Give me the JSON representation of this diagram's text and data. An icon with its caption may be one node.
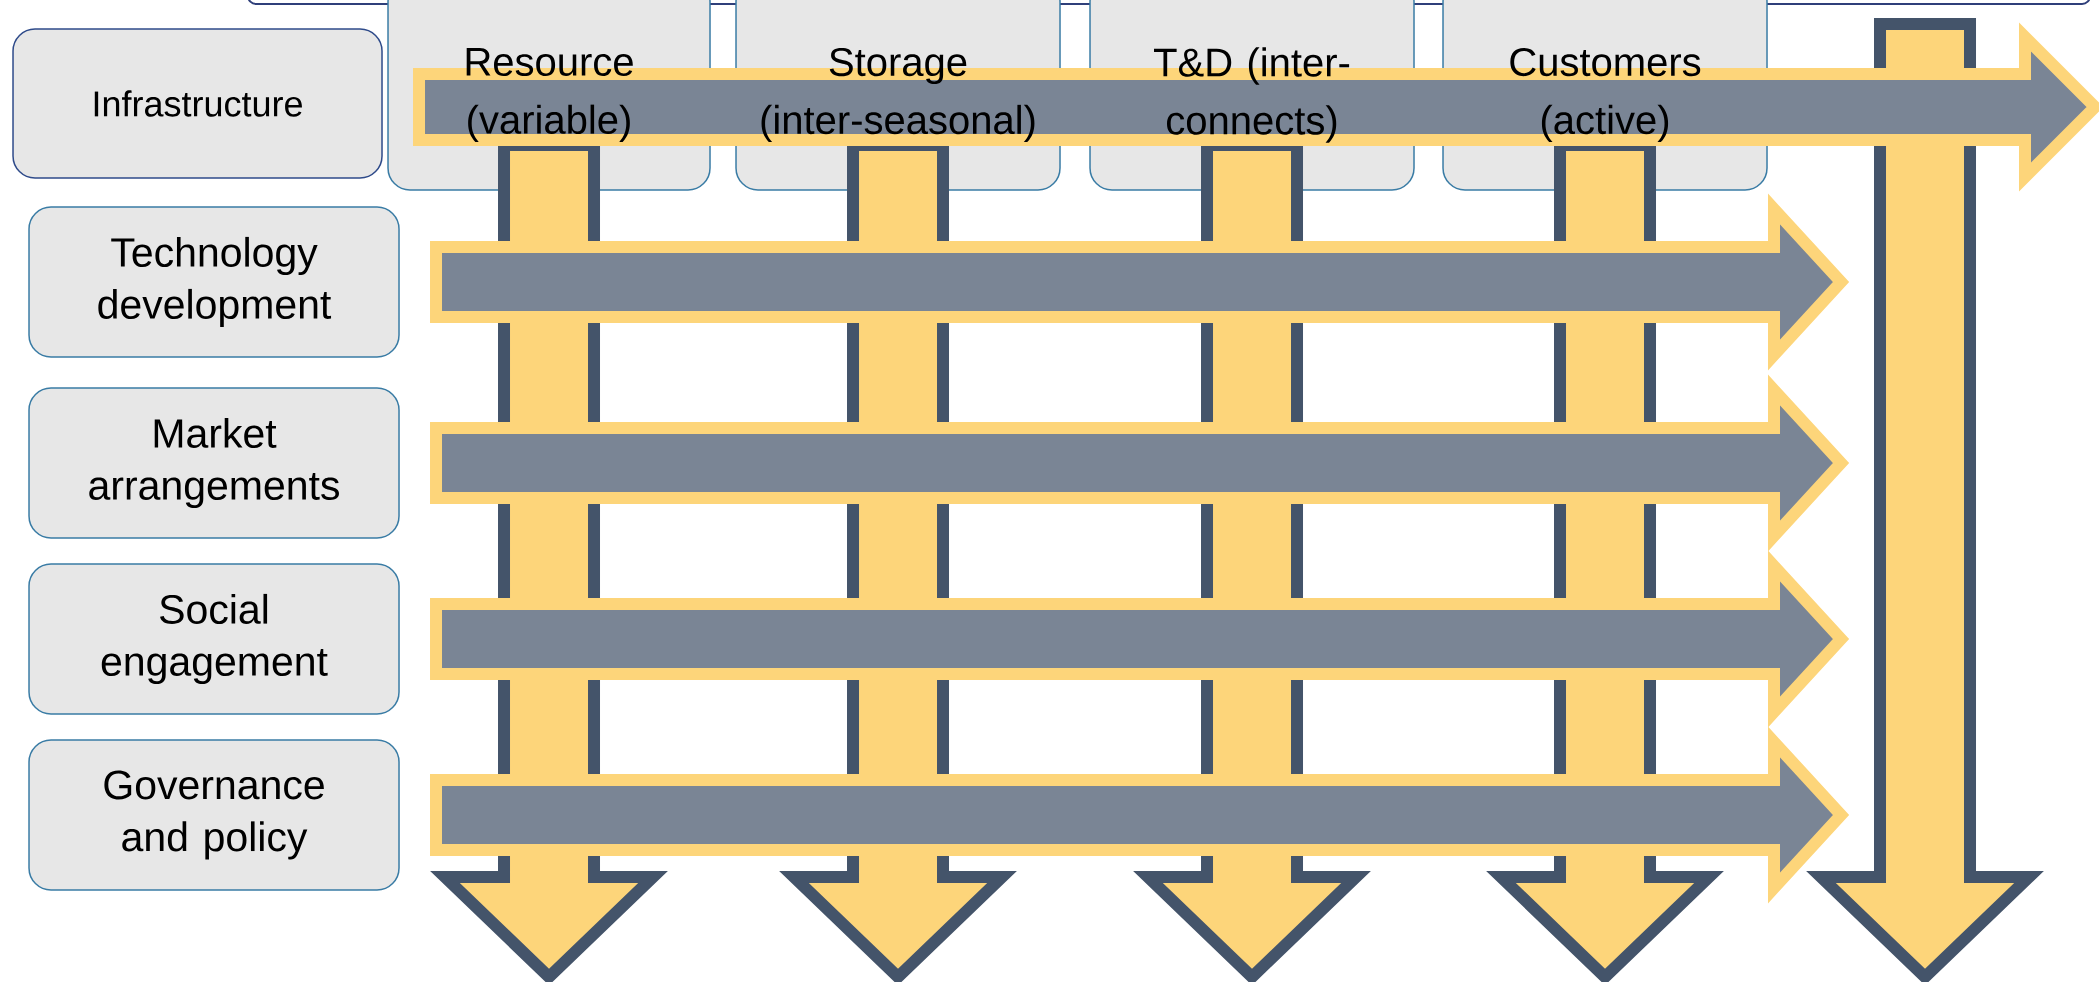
{
  "diagram": {
    "nodes": [
      {
        "text": [
          "Infrastructure"
        ]
      },
      {
        "text": [
          "Resource (variable)"
        ]
      },
      {
        "text": [
          "Storage (inter-seasonal)"
        ]
      },
      {
        "text": [
          "T&D (inter-connects)"
        ]
      },
      {
        "text": [
          "Customers (active)"
        ]
      },
      {
        "text": [
          "Technology development"
        ]
      },
      {
        "text": [
          "Market arrangements"
        ]
      },
      {
        "text": [
          "Social engagement"
        ]
      },
      {
        "text": [
          "Governance and policy"
        ]
      }
    ],
    "edges": [
      {
        "from": 0,
        "to": null,
        "arrow": "to"
      },
      {
        "from": 1,
        "to": null,
        "arrow": "to",
        "color": "#fdd57a"
      },
      {
        "from": 2,
        "to": null,
        "arrow": "to",
        "color": "#fdd57a"
      },
      {
        "from": 3,
        "to": null,
        "arrow": "to",
        "color": "#fdd57a"
      },
      {
        "from": 4,
        "to": null,
        "arrow": "to",
        "color": "#fdd57a"
      },
      {
        "from": 5,
        "to": null,
        "arrow": "to"
      },
      {
        "from": 6,
        "to": null,
        "arrow": "to"
      },
      {
        "from": 7,
        "to": null,
        "arrow": "to"
      },
      {
        "from": 8,
        "to": null,
        "arrow": "to"
      }
    ]
  }
}
